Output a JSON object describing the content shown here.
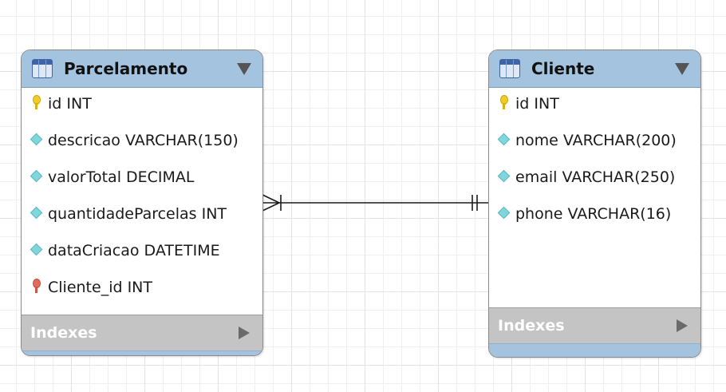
{
  "tables": [
    {
      "name": "Parcelamento",
      "columns": [
        {
          "label": "id INT",
          "icon": "primary-key-icon"
        },
        {
          "label": "descricao VARCHAR(150)",
          "icon": "column-diamond-icon"
        },
        {
          "label": "valorTotal DECIMAL",
          "icon": "column-diamond-icon"
        },
        {
          "label": "quantidadeParcelas INT",
          "icon": "column-diamond-icon"
        },
        {
          "label": "dataCriacao DATETIME",
          "icon": "column-diamond-icon"
        },
        {
          "label": "Cliente_id INT",
          "icon": "foreign-key-icon"
        }
      ],
      "indexes_label": "Indexes"
    },
    {
      "name": "Cliente",
      "columns": [
        {
          "label": "id INT",
          "icon": "primary-key-icon"
        },
        {
          "label": "nome VARCHAR(200)",
          "icon": "column-diamond-icon"
        },
        {
          "label": "email VARCHAR(250)",
          "icon": "column-diamond-icon"
        },
        {
          "label": "phone VARCHAR(16)",
          "icon": "column-diamond-icon"
        }
      ],
      "indexes_label": "Indexes"
    }
  ],
  "relationship": {
    "from": "Parcelamento",
    "to": "Cliente",
    "from_cardinality": "one-or-many",
    "to_cardinality": "exactly-one"
  },
  "colors": {
    "header": "#a4c3df",
    "indexes_bar": "#c4c4c4",
    "column_diamond": "#7fd6dc",
    "primary_key": "#f2cc24",
    "foreign_key": "#e36c5a"
  }
}
